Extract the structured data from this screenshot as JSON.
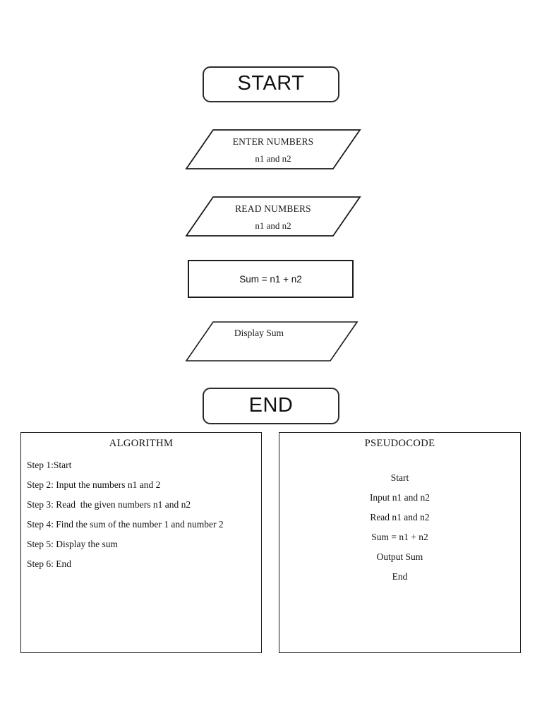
{
  "document": {
    "title": "Flowchart — Sum of Two Numbers",
    "background_color": "#ffffff",
    "line_color": "#1a1a1a"
  },
  "flowchart": {
    "nodes": [
      {
        "id": "start",
        "shape": "terminator",
        "label": "START"
      },
      {
        "id": "enter-numbers",
        "shape": "parallelogram",
        "line1": "ENTER NUMBERS",
        "line2": "n1 and n2"
      },
      {
        "id": "read-numbers",
        "shape": "parallelogram",
        "line1": "READ NUMBERS",
        "line2": "n1 and n2"
      },
      {
        "id": "compute-sum",
        "shape": "process",
        "label": "Sum = n1 + n2"
      },
      {
        "id": "display-sum",
        "shape": "parallelogram",
        "line1": "Display Sum"
      },
      {
        "id": "end",
        "shape": "terminator",
        "label": "END"
      }
    ]
  },
  "algorithm_panel": {
    "title": "ALGORITHM",
    "steps": [
      "Step 1:Start",
      "Step 2: Input the numbers n1 and 2",
      "Step 3: Read  the given numbers n1 and n2",
      "Step 4: Find the sum of the number 1 and number 2",
      "Step 5: Display the sum",
      "Step 6: End"
    ]
  },
  "pseudocode_panel": {
    "title": "PSEUDOCODE",
    "lines": [
      "Start",
      "Input n1 and n2",
      "Read n1 and n2",
      "Sum = n1 + n2",
      "Output Sum",
      "End"
    ]
  }
}
